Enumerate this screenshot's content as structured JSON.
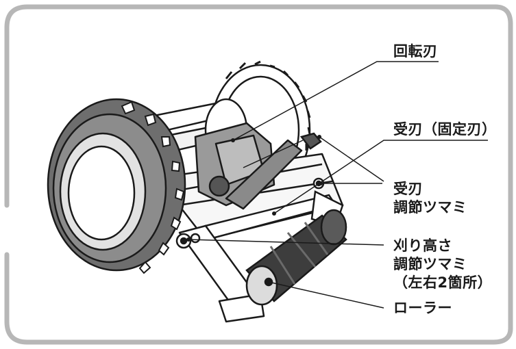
{
  "labels": {
    "rotary_blade": "回転刃",
    "fixed_blade": "受刃（固定刃）",
    "fixed_blade_adjust": [
      "受刃",
      "調節ツマミ"
    ],
    "cut_height_adjust": [
      "刈り高さ",
      "調節ツマミ",
      "（左右2箇所）"
    ],
    "roller": "ローラー"
  }
}
